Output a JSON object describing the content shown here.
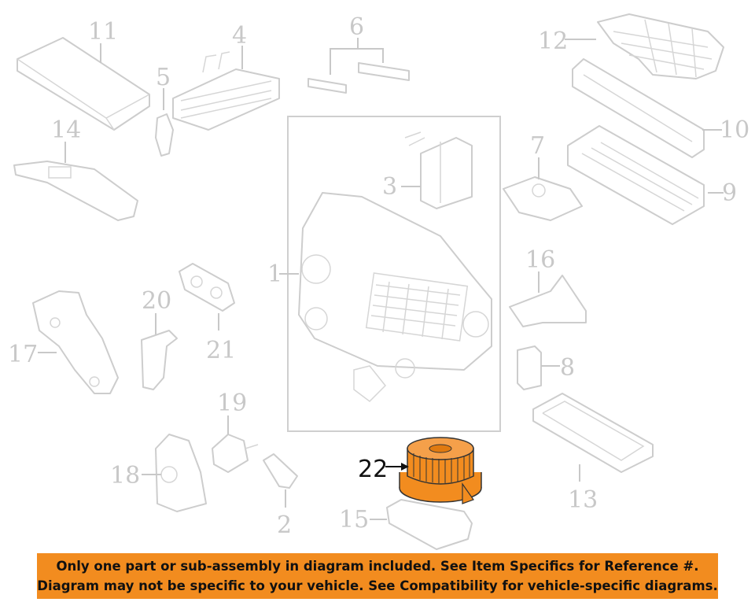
{
  "callouts": {
    "c1": "1",
    "c2": "2",
    "c3": "3",
    "c4": "4",
    "c5": "5",
    "c6": "6",
    "c7": "7",
    "c8": "8",
    "c9": "9",
    "c10": "10",
    "c11": "11",
    "c12": "12",
    "c13": "13",
    "c14": "14",
    "c15": "15",
    "c16": "16",
    "c17": "17",
    "c18": "18",
    "c19": "19",
    "c20": "20",
    "c21": "21",
    "c22": "22"
  },
  "highlight": {
    "callout": "22",
    "color": "#f28c1f"
  },
  "notice": {
    "line1": "Only one part or sub-assembly in diagram included. See Item Specifics for Reference #.",
    "line2": "Diagram may not be specific to your vehicle. See Compatibility for vehicle-specific diagrams.",
    "background": "#f28c1f"
  }
}
